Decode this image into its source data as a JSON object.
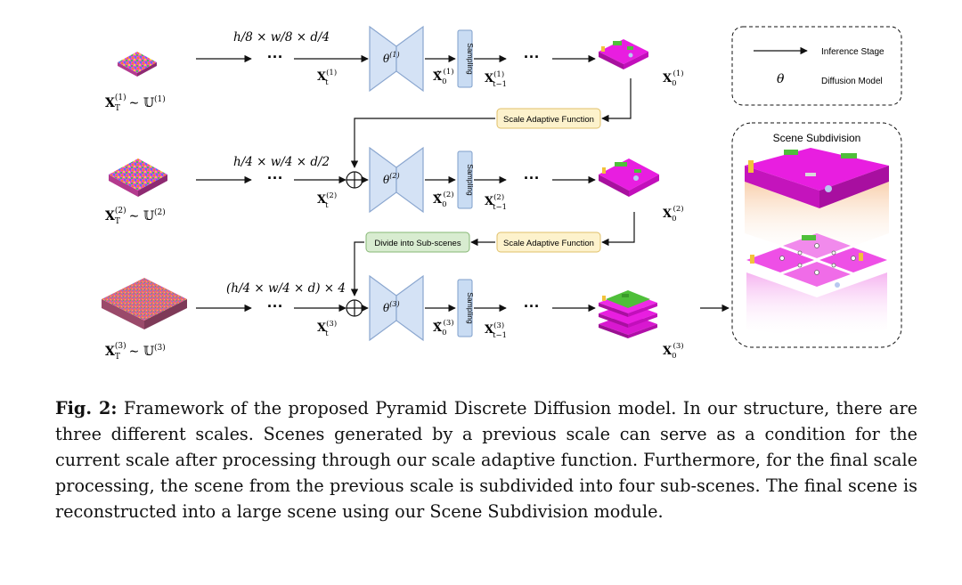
{
  "diagram": {
    "rows": [
      {
        "dims": "h/8 × w/8 × d/4",
        "noise_label": "𝐗",
        "noise_sub": "T",
        "noise_sup": "(1)",
        "noise_dist": "∼ 𝕌",
        "noise_dist_sup": "(1)",
        "xt_label": "𝐗",
        "xt_sup": "(1)",
        "xt_sub": "t",
        "theta": "θ",
        "theta_sup": "(1)",
        "x0hat": "𝐗̃",
        "x0hat_sub": "0",
        "x0hat_sup": "(1)",
        "sampling": "Sampling",
        "xt1": "𝐗",
        "xt1_sup": "(1)",
        "xt1_sub": "t−1",
        "dots": "···",
        "x0": "𝐗",
        "x0_sub": "0",
        "x0_sup": "(1)"
      },
      {
        "dims": "h/4 × w/4 × d/2",
        "noise_label": "𝐗",
        "noise_sub": "T",
        "noise_sup": "(2)",
        "noise_dist": "∼ 𝕌",
        "noise_dist_sup": "(2)",
        "xt_label": "𝐗",
        "xt_sup": "(2)",
        "xt_sub": "t",
        "theta": "θ",
        "theta_sup": "(2)",
        "x0hat": "𝐗̃",
        "x0hat_sub": "0",
        "x0hat_sup": "(2)",
        "sampling": "Sampling",
        "xt1": "𝐗",
        "xt1_sup": "(2)",
        "xt1_sub": "t−1",
        "dots": "···",
        "x0": "𝐗",
        "x0_sub": "0",
        "x0_sup": "(2)"
      },
      {
        "dims": "(h/4 × w/4 × d) × 4",
        "noise_label": "𝐗",
        "noise_sub": "T",
        "noise_sup": "(3)",
        "noise_dist": "∼ 𝕌",
        "noise_dist_sup": "(3)",
        "xt_label": "𝐗",
        "xt_sup": "(3)",
        "xt_sub": "t",
        "theta": "θ",
        "theta_sup": "(3)",
        "x0hat": "𝐗̃",
        "x0hat_sub": "0",
        "x0hat_sup": "(3)",
        "sampling": "Sampling",
        "xt1": "𝐗",
        "xt1_sup": "(3)",
        "xt1_sub": "t−1",
        "dots": "···",
        "x0": "𝐗",
        "x0_sub": "0",
        "x0_sup": "(3)"
      }
    ],
    "scale_adaptive_label": "Scale Adaptive Function",
    "divide_label": "Divide into Sub-scenes",
    "legend": {
      "inference_label": "Inference Stage",
      "theta_symbol": "θ",
      "diffusion_label": "Diffusion Model"
    },
    "subdivision_title": "Scene Subdivision",
    "colors": {
      "block_fill": "#d4e2f5",
      "block_stroke": "#8aa6cf",
      "adaptive_fill": "#fdf2cc",
      "adaptive_stroke": "#e0c06a",
      "divide_fill": "#d8ecd0",
      "divide_stroke": "#86b774",
      "scene_magenta": "#e81ee0",
      "scene_green": "#4fbf3a"
    }
  },
  "caption": {
    "label": "Fig. 2:",
    "text": " Framework of the proposed Pyramid Discrete Diffusion model. In our structure, there are three different scales. Scenes generated by a previous scale can serve as a condition for the current scale after processing through our scale adaptive function. Furthermore, for the final scale processing, the scene from the previous scale is subdivided into four sub-scenes. The final scene is reconstructed into a large scene using our Scene Subdivision module."
  }
}
